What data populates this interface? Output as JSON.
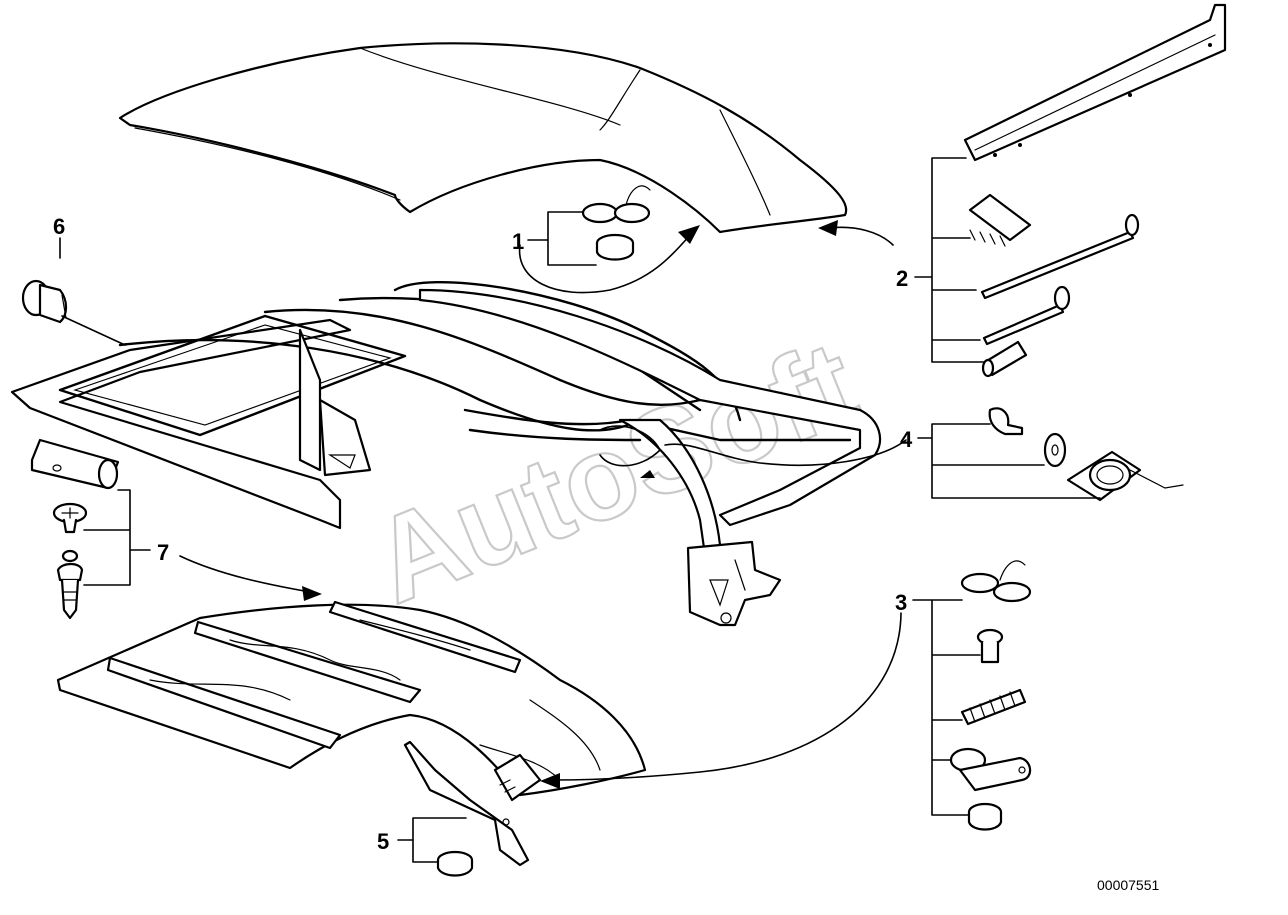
{
  "callouts": {
    "c1": "1",
    "c2": "2",
    "c3": "3",
    "c4": "4",
    "c5": "5",
    "c6": "6",
    "c7": "7"
  },
  "document_number": "00007551",
  "watermark": "AutoSoft"
}
